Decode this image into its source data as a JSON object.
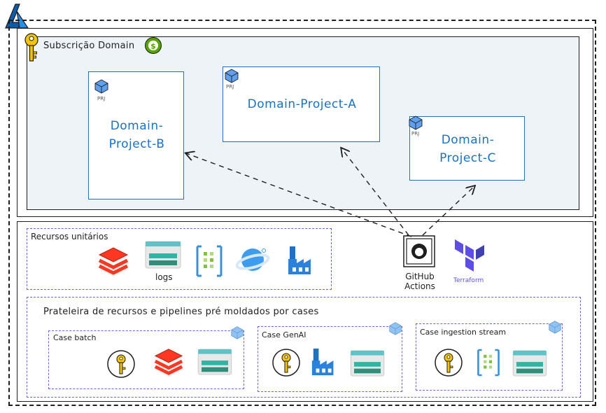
{
  "subscription": {
    "title": "Subscrição Domain"
  },
  "projects": [
    {
      "name_line1": "Domain-",
      "name_line2": "Project-B",
      "tag": "PRJ"
    },
    {
      "name_line1": "Domain-Project-A",
      "name_line2": "",
      "tag": "PRJ"
    },
    {
      "name_line1": "Domain-",
      "name_line2": "Project-C",
      "tag": "PRJ"
    }
  ],
  "resources": {
    "title": "Recursos unitários",
    "items": [
      {
        "icon": "databricks-icon",
        "label": ""
      },
      {
        "icon": "log-analytics-icon",
        "label": "logs"
      },
      {
        "icon": "event-hub-icon",
        "label": ""
      },
      {
        "icon": "cosmos-db-icon",
        "label": ""
      },
      {
        "icon": "data-factory-icon",
        "label": ""
      }
    ]
  },
  "tools": {
    "github": {
      "line1": "GitHub",
      "line2": "Actions"
    },
    "terraform": {
      "label": "Terraform"
    }
  },
  "shelf": {
    "title": "Prateleira de recursos e pipelines pré moldados por cases",
    "cases": [
      {
        "title": "Case batch",
        "icons": [
          "key-vault-icon",
          "databricks-icon",
          "storage-icon"
        ]
      },
      {
        "title": "Case GenAI",
        "icons": [
          "key-vault-icon",
          "data-factory-icon",
          "storage-icon"
        ]
      },
      {
        "title": "Case ingestion stream",
        "icons": [
          "key-vault-icon",
          "event-hub-icon",
          "storage-icon"
        ]
      }
    ]
  },
  "colors": {
    "project_blue": "#1971c2",
    "purple": "#6965db",
    "azure_blue": "#0078d4"
  }
}
